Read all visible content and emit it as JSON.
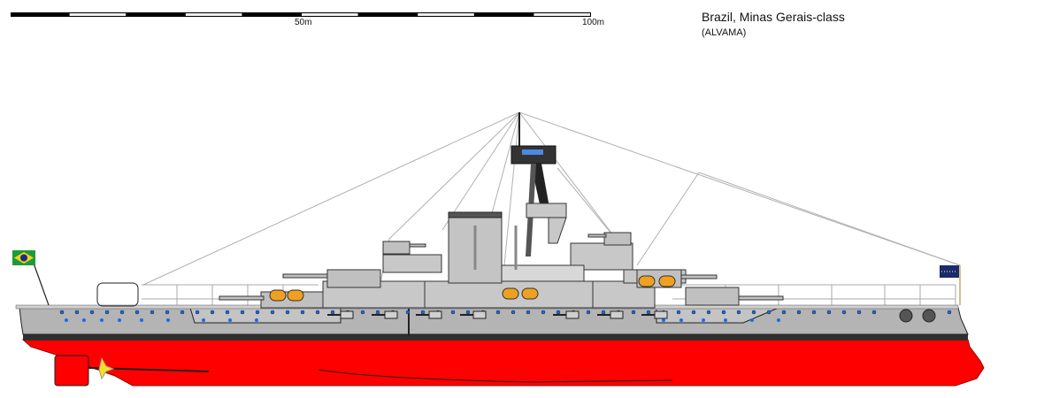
{
  "header": {
    "title": "Brazil, Minas Gerais-class",
    "subtitle": "(ALVAMA)"
  },
  "scale_bar": {
    "labels": [
      "50m",
      "100m"
    ],
    "segment_length_m": 10,
    "segments": 10
  },
  "colors": {
    "hull_gray": "#b4b4b4",
    "superstructure_gray": "#c8c8c8",
    "antifouling_red": "#ff0000",
    "boot_topping": "#303030",
    "porthole_blue": "#1e6be0",
    "lifeboat_orange": "#f0a020",
    "rigging": "#b0b0b0",
    "jack_navy": "#1a2a6a",
    "flag_green": "#1f9a3a",
    "flag_yellow": "#f0d020"
  },
  "flags": {
    "ensign": "brazil-flag-icon",
    "jack": "naval-jack-icon"
  }
}
